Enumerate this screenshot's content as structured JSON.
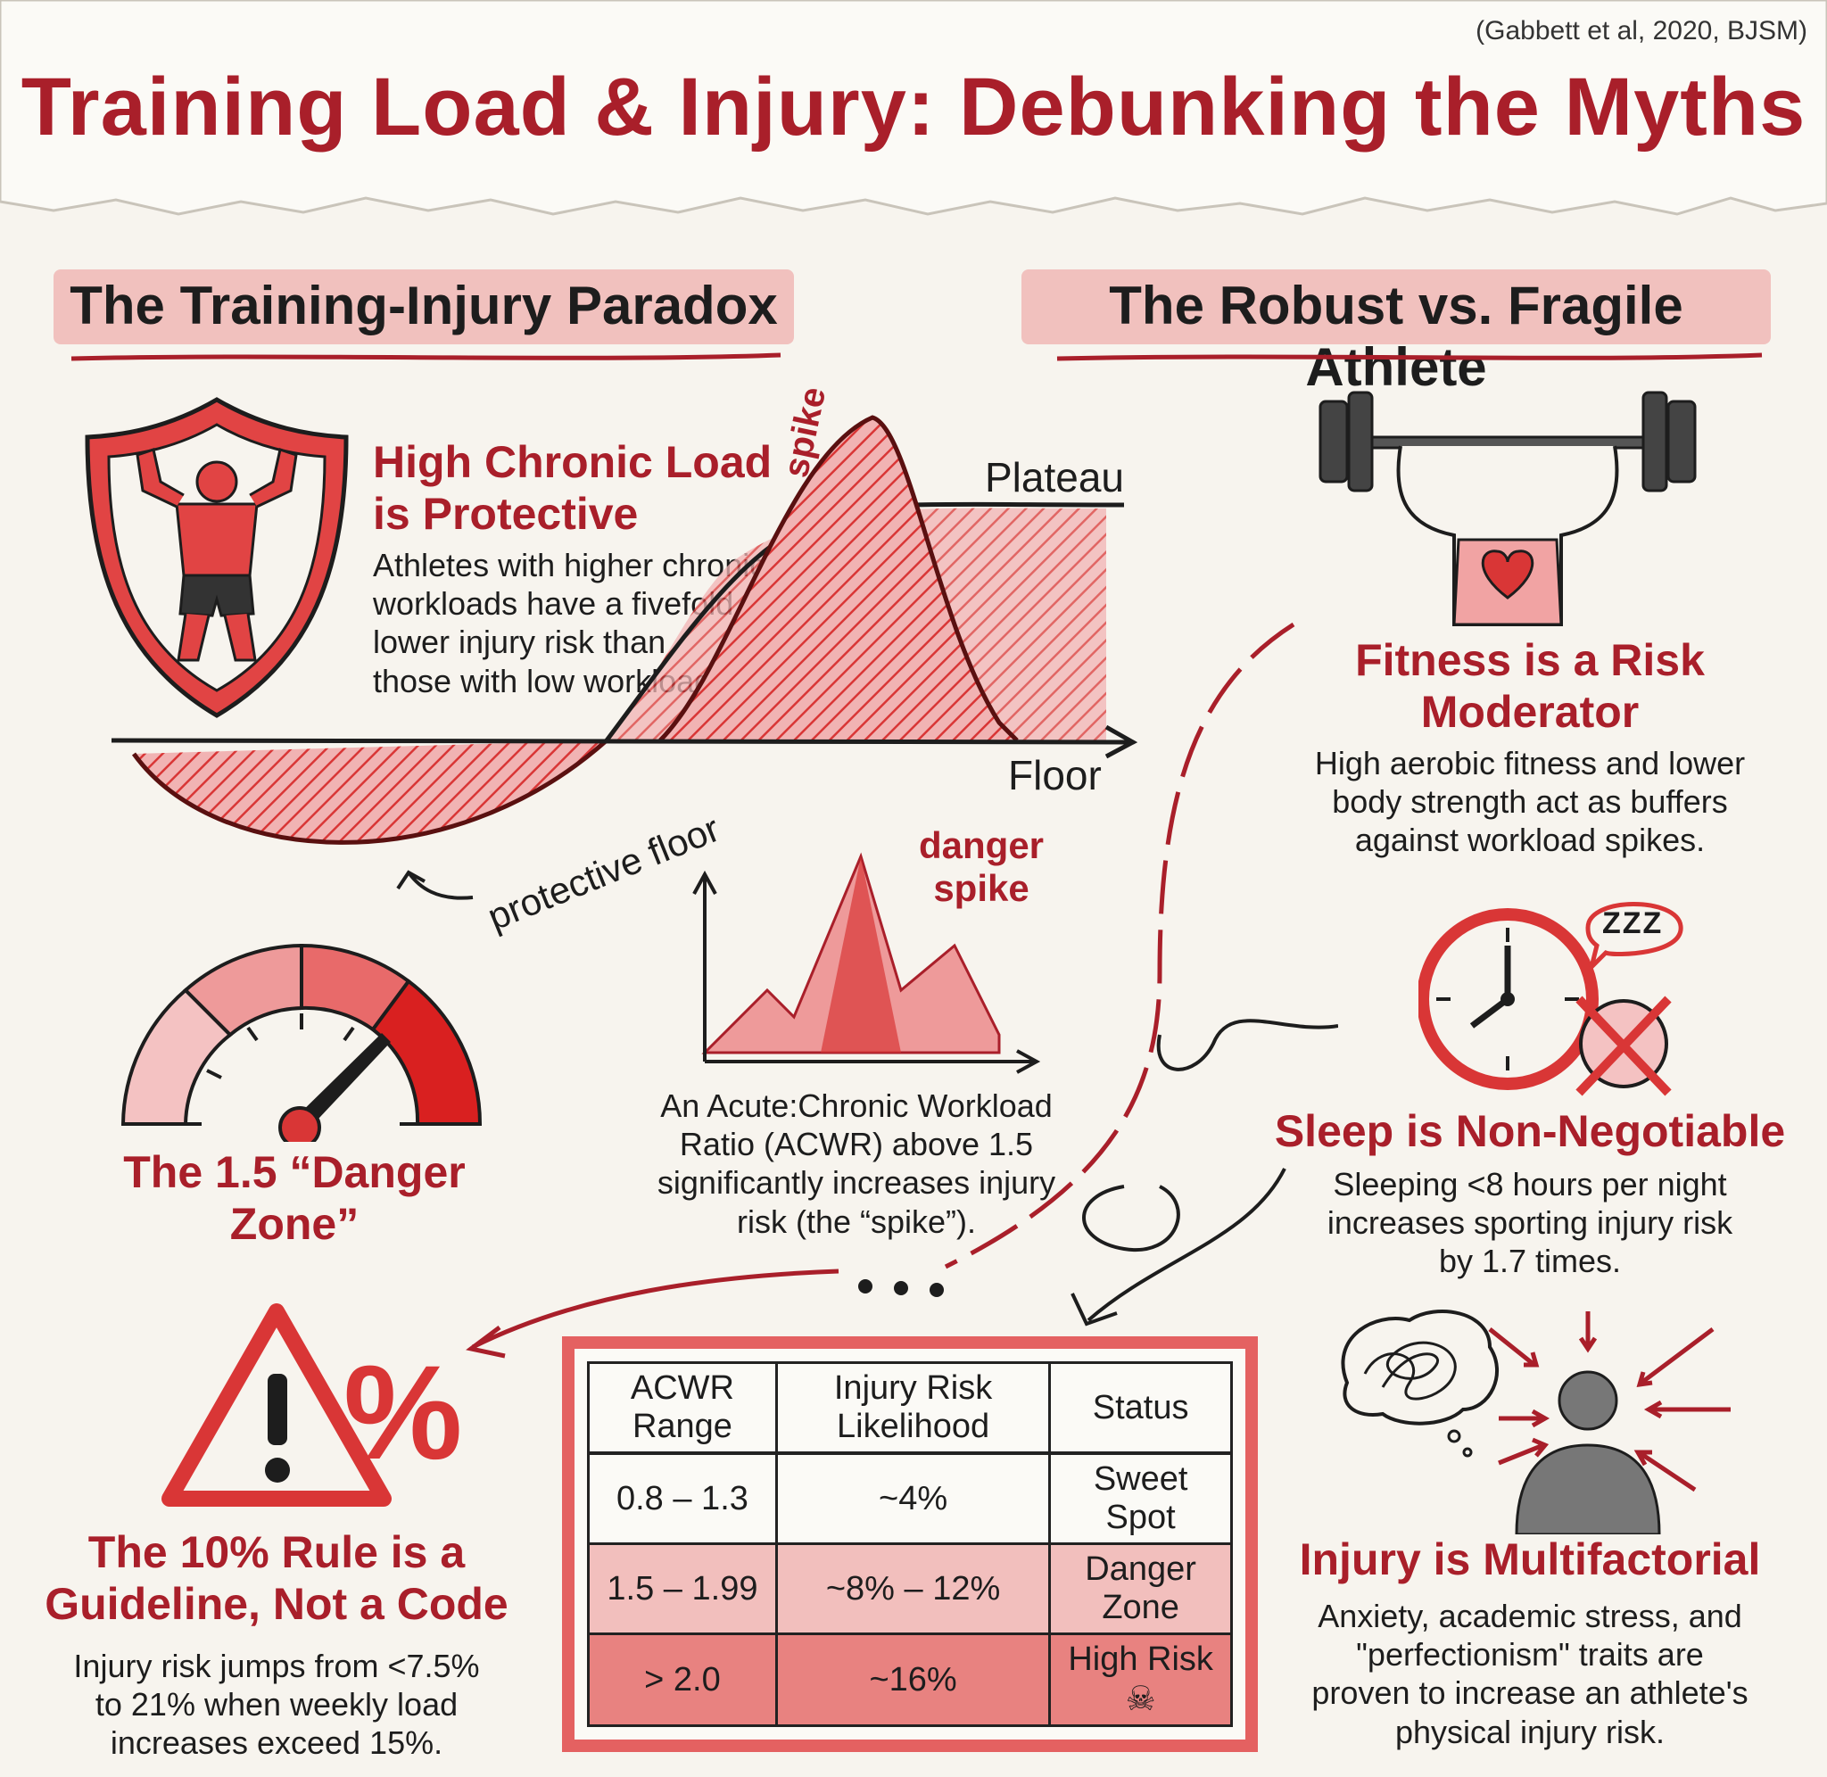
{
  "citation": "(Gabbett et al, 2020, BJSM)",
  "title": "Training Load & Injury: Debunking the Myths",
  "sections": {
    "left": "The Training-Injury Paradox",
    "right": "The Robust vs. Fragile Athlete"
  },
  "chronic": {
    "title_line1": "High Chronic Load",
    "title_line2": "is Protective",
    "body": [
      "Athletes with higher chronic",
      "workloads have a fivefold",
      "lower injury risk than",
      "those with low workloads."
    ]
  },
  "curve_labels": {
    "spike": "spike",
    "plateau": "Plateau",
    "floor": "Floor",
    "protective_floor": "protective floor"
  },
  "gauge": {
    "label": "The 1.5 “Danger Zone”"
  },
  "acwr_chart": {
    "danger_label": [
      "danger",
      "spike"
    ],
    "caption": [
      "An Acute:Chronic Workload",
      "Ratio (ACWR) above 1.5",
      "significantly increases injury",
      "risk (the “spike”)."
    ]
  },
  "rule": {
    "title_line1": "The 10% Rule is a",
    "title_line2": "Guideline, Not a Code",
    "body": [
      "Injury risk jumps from <7.5%",
      "to 21% when weekly load",
      "increases exceed 15%."
    ]
  },
  "table": {
    "headers": [
      "ACWR Range",
      "Injury Risk Likelihood",
      "Status"
    ],
    "rows": [
      [
        "0.8 – 1.3",
        "~4%",
        "Sweet Spot"
      ],
      [
        "1.5 – 1.99",
        "~8% – 12%",
        "Danger Zone"
      ],
      [
        "> 2.0",
        "~16%",
        "High Risk"
      ]
    ]
  },
  "fitness": {
    "title_line1": "Fitness is a Risk",
    "title_line2": "Moderator",
    "body": [
      "High aerobic fitness and lower",
      "body strength act as buffers",
      "against workload spikes."
    ]
  },
  "sleep": {
    "zzz": "ZZZ",
    "title": "Sleep is Non-Negotiable",
    "body": [
      "Sleeping <8 hours per night",
      "increases sporting injury risk",
      "by 1.7 times."
    ]
  },
  "multi": {
    "title": "Injury is Multifactorial",
    "body": [
      "Anxiety, academic stress, and",
      "\"perfectionism\" traits are",
      "proven to increase an athlete's",
      "physical injury risk."
    ]
  },
  "colors": {
    "accent": "#a91f2a",
    "red": "#d93636",
    "pink": "#eda3a3",
    "ink": "#1d1d1d",
    "paper": "#f7f4ee"
  }
}
